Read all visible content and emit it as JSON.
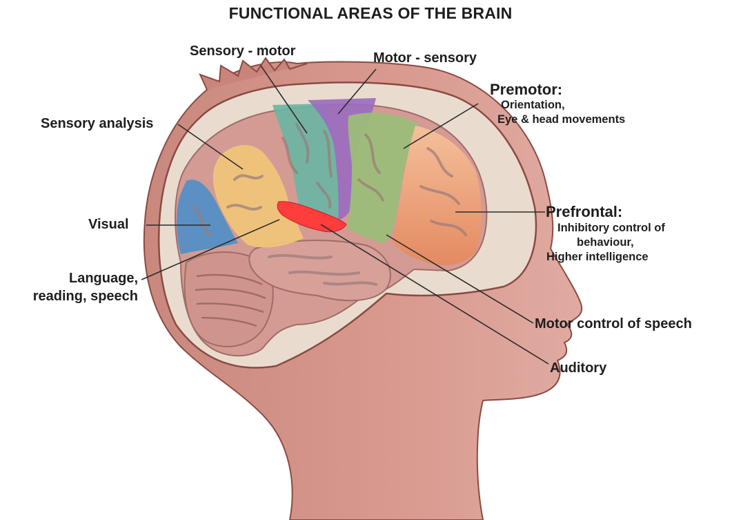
{
  "title": "FUNCTIONAL AREAS OF THE BRAIN",
  "labels": {
    "sensory_motor": "Sensory - motor",
    "motor_sensory": "Motor - sensory",
    "premotor": {
      "heading": "Premotor:",
      "line1": "Orientation,",
      "line2": "Eye & head movements"
    },
    "sensory_analysis": "Sensory analysis",
    "visual": "Visual",
    "prefrontal": {
      "heading": "Prefrontal:",
      "line1": "Inhibitory control of",
      "line2": "behaviour,",
      "line3": "Higher intelligence"
    },
    "language": {
      "line1": "Language,",
      "line2": "reading, speech"
    },
    "motor_control_speech": "Motor control of speech",
    "auditory": "Auditory"
  },
  "colors": {
    "skin": "#d9938a",
    "skin_dark": "#c47a6f",
    "skull": "#e8dcd0",
    "brain": "#d7a59e",
    "gyri_line": "#9a7b78",
    "visual": "#4f8fc9",
    "sensory_analysis": "#f0c47a",
    "sensory_motor": "#6bb5a3",
    "motor_sensory": "#9b6cc0",
    "premotor": "#9cbd79",
    "prefrontal": "#f2b07f",
    "language": "#ff3d3d",
    "leader": "#2a2a2a"
  }
}
